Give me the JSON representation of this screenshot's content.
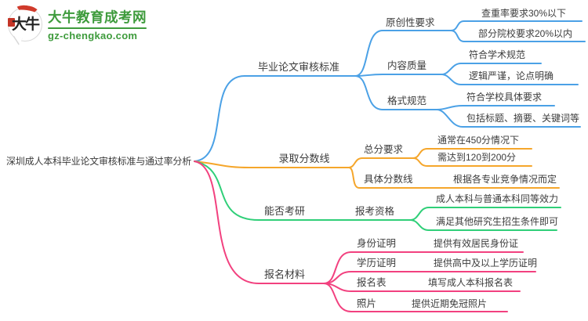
{
  "logo": {
    "icon_text": "大牛",
    "title": "大牛教育成考网",
    "domain": "gz-chengkao.com",
    "brand_green": "#3e9b3c",
    "seal_red": "#c43527"
  },
  "root": {
    "label": "深圳成人本科毕业论文审核标准与通过率分析"
  },
  "branches": [
    {
      "label": "毕业论文审核标准",
      "color": "#4ba1e6",
      "children": [
        {
          "label": "原创性要求",
          "children": [
            {
              "label": "查重率要求30%以下"
            },
            {
              "label": "部分院校要求20%以内"
            }
          ]
        },
        {
          "label": "内容质量",
          "children": [
            {
              "label": "符合学术规范"
            },
            {
              "label": "逻辑严谨，论点明确"
            }
          ]
        },
        {
          "label": "格式规范",
          "children": [
            {
              "label": "符合学校具体要求"
            },
            {
              "label": "包括标题、摘要、关键词等"
            }
          ]
        }
      ]
    },
    {
      "label": "录取分数线",
      "color": "#f5a62b",
      "children": [
        {
          "label": "总分要求",
          "children": [
            {
              "label": "通常在450分情况下"
            },
            {
              "label": "需达到120到200分"
            }
          ]
        },
        {
          "label": "具体分数线",
          "children": [
            {
              "label": "根据各专业竞争情况而定"
            }
          ]
        }
      ]
    },
    {
      "label": "能否考研",
      "color": "#2fcf78",
      "children": [
        {
          "label": "报考资格",
          "children": [
            {
              "label": "成人本科与普通本科同等效力"
            },
            {
              "label": "满足其他研究生招生条件即可"
            }
          ]
        }
      ]
    },
    {
      "label": "报名材料",
      "color": "#f2417f",
      "children": [
        {
          "label": "身份证明",
          "children": [
            {
              "label": "提供有效居民身份证"
            }
          ]
        },
        {
          "label": "学历证明",
          "children": [
            {
              "label": "提供高中及以上学历证明"
            }
          ]
        },
        {
          "label": "报名表",
          "children": [
            {
              "label": "填写成人本科报名表"
            }
          ]
        },
        {
          "label": "照片",
          "children": [
            {
              "label": "提供近期免冠照片"
            }
          ]
        }
      ]
    }
  ]
}
